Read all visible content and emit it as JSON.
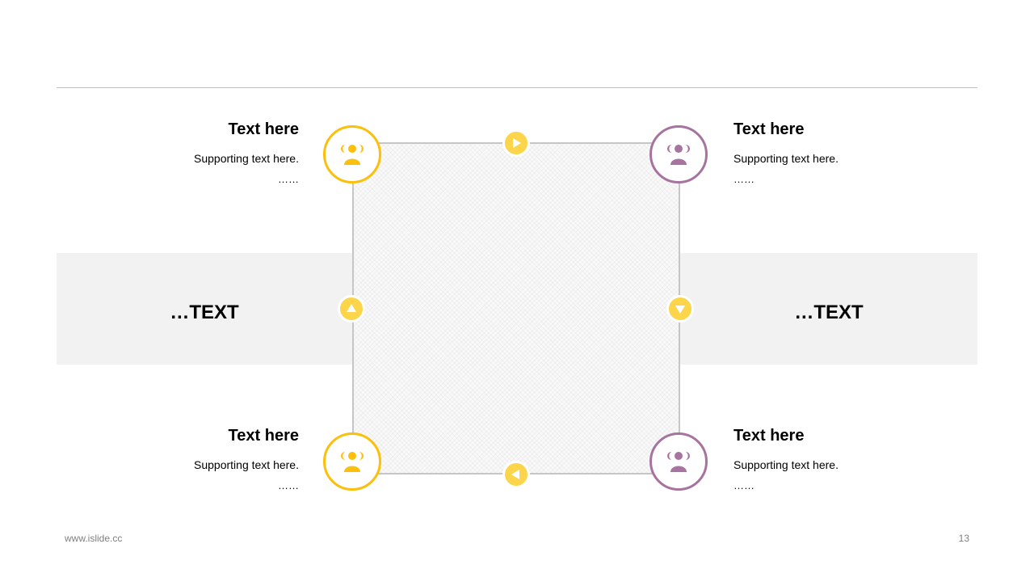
{
  "colors": {
    "yellow": "#fbbf0c",
    "purple": "#a7739f",
    "arrow": "#fcd54a",
    "band": "#f2f2f2"
  },
  "icons": {
    "node": "user-group-icon",
    "arrows": [
      "arrow-right-icon",
      "arrow-down-icon",
      "arrow-left-icon",
      "arrow-up-icon"
    ]
  },
  "blocks": {
    "top_left": {
      "title": "Text here",
      "text": "Supporting text here.",
      "more": "……"
    },
    "top_right": {
      "title": "Text here",
      "text": "Supporting text here.",
      "more": "……"
    },
    "bottom_left": {
      "title": "Text here",
      "text": "Supporting text here.",
      "more": "……"
    },
    "bottom_right": {
      "title": "Text here",
      "text": "Supporting text here.",
      "more": "……"
    }
  },
  "band": {
    "left_label": "…TEXT",
    "right_label": "…TEXT"
  },
  "footer": {
    "website": "www.islide.cc",
    "page_number": "13"
  }
}
